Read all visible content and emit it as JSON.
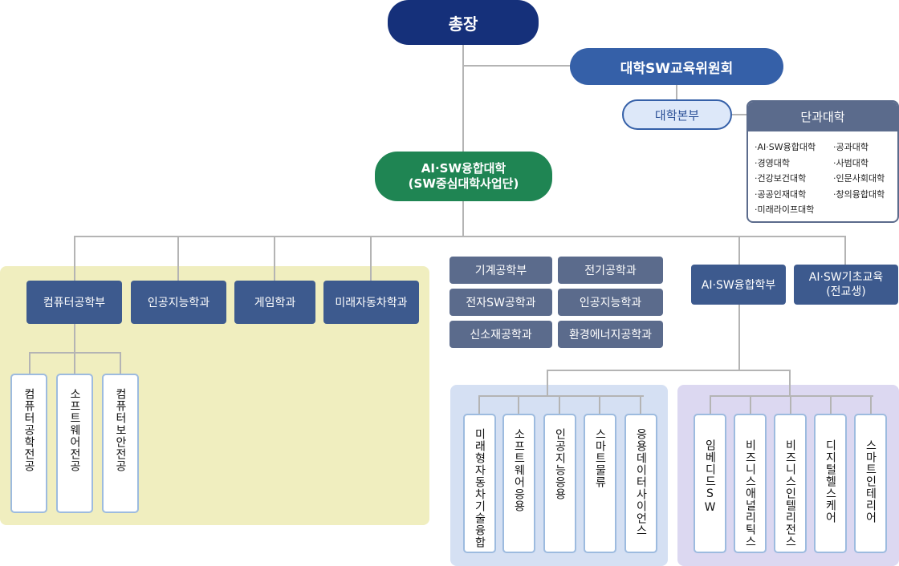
{
  "president": "총장",
  "committee": "대학SW교육위원회",
  "hq": "대학본부",
  "colleges": {
    "title": "단과대학",
    "items": [
      "·AI·SW융합대학",
      "·공과대학",
      "·경영대학",
      "·사범대학",
      "·건강보건대학",
      "·인문사회대학",
      "·공공인재대학",
      "·창의융합대학",
      "·미래라이프대학"
    ]
  },
  "aisw_college": {
    "line1": "AI·SW융합대학",
    "line2": "(SW중심대학사업단)"
  },
  "departments": [
    "컴퓨터공학부",
    "인공지능학과",
    "게임학과",
    "미래자동차학과"
  ],
  "cs_majors": [
    "컴퓨터공학전공",
    "소프트웨어전공",
    "컴퓨터보안전공"
  ],
  "engineering": [
    "기계공학부",
    "전기공학과",
    "전자SW공학과",
    "인공지능학과",
    "신소재공학과",
    "환경에너지공학과"
  ],
  "aisw_school": "AI·SW융합학부",
  "aisw_basic": {
    "line1": "AI·SW기초교육",
    "line2": "(전교생)"
  },
  "tracks_a": [
    "미래형자동차기술융합",
    "소프트웨어응용",
    "인공지능응용",
    "스마트물류",
    "응용데이터사이언스"
  ],
  "tracks_b": [
    "임베디드SW",
    "비즈니스애널리틱스",
    "비즈니스인텔리전스",
    "디지털헬스케어",
    "스마트인테리어"
  ],
  "colors": {
    "navy": "#15307a",
    "blue": "#3560a8",
    "green": "#1f8553",
    "dept": "#3d5a8e",
    "grey": "#5b6b8c"
  }
}
